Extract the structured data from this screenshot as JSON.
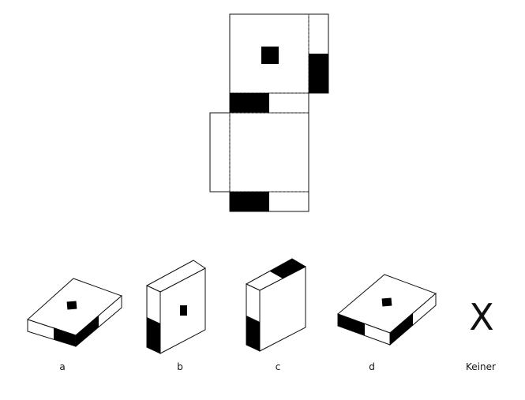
{
  "options": [
    {
      "id": "a",
      "label": "a"
    },
    {
      "id": "b",
      "label": "b"
    },
    {
      "id": "c",
      "label": "c"
    },
    {
      "id": "d",
      "label": "d"
    },
    {
      "id": "keiner",
      "label": "Keiner",
      "symbol": "X"
    }
  ],
  "colors": {
    "fill": "#000000",
    "line": "#111111",
    "background": "#ffffff"
  }
}
